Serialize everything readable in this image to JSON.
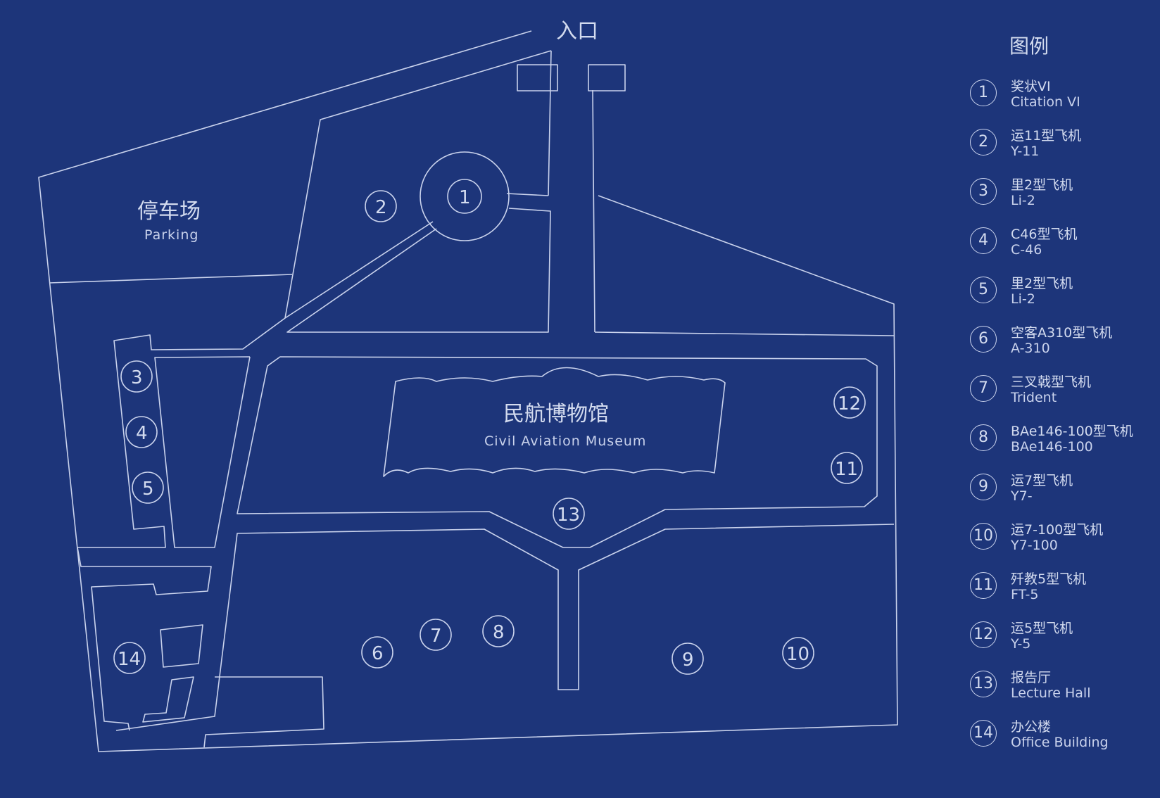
{
  "map": {
    "entrance": "入口",
    "parking_cn": "停车场",
    "parking_en": "Parking",
    "museum_cn": "民航博物馆",
    "museum_en": "Civil Aviation Museum"
  },
  "legend": {
    "title": "图例",
    "items": [
      {
        "num": "1",
        "cn": "奖状VI",
        "en": "Citation VI"
      },
      {
        "num": "2",
        "cn": "运11型飞机",
        "en": "Y-11"
      },
      {
        "num": "3",
        "cn": "里2型飞机",
        "en": "Li-2"
      },
      {
        "num": "4",
        "cn": "C46型飞机",
        "en": "C-46"
      },
      {
        "num": "5",
        "cn": "里2型飞机",
        "en": "Li-2"
      },
      {
        "num": "6",
        "cn": "空客A310型飞机",
        "en": "A-310"
      },
      {
        "num": "7",
        "cn": "三叉戟型飞机",
        "en": "Trident"
      },
      {
        "num": "8",
        "cn": "BAe146-100型飞机",
        "en": "BAe146-100"
      },
      {
        "num": "9",
        "cn": "运7型飞机",
        "en": "Y7-"
      },
      {
        "num": "10",
        "cn": "运7-100型飞机",
        "en": "Y7-100"
      },
      {
        "num": "11",
        "cn": "歼教5型飞机",
        "en": "FT-5"
      },
      {
        "num": "12",
        "cn": "运5型飞机",
        "en": "Y-5"
      },
      {
        "num": "13",
        "cn": "报告厅",
        "en": "Lecture Hall"
      },
      {
        "num": "14",
        "cn": "办公楼",
        "en": "Office Building"
      }
    ]
  }
}
